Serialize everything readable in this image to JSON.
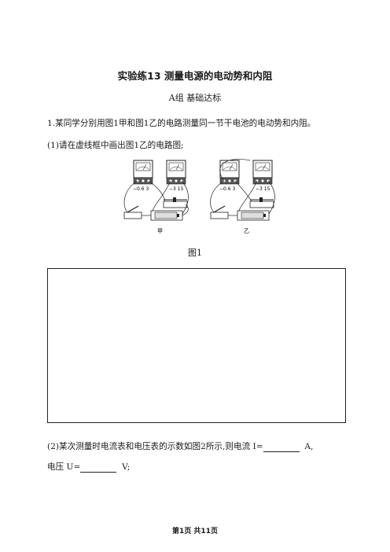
{
  "title": "实验练13 测量电源的电动势和内阻",
  "group": "A组  基础达标",
  "question1": {
    "stem": "1.某同学分别用图1甲和图1乙的电路测量同一节干电池的电动势和内阻。",
    "part1": "(1)请在虚线框中画出图1乙的电路图;",
    "part2_prefix": "(2)某次测量时电流表和电压表的示数如图2所示,则电流 I=",
    "part2_unit1": "A,",
    "part2_line2_prefix": "电压 U=",
    "part2_unit2": "V;"
  },
  "figure1": {
    "caption": "图1",
    "left_label": "甲",
    "right_label": "乙",
    "ammeter_scale": "−0.6 3",
    "voltmeter_scale": "−3 15"
  },
  "footer": "第1页    共11页"
}
